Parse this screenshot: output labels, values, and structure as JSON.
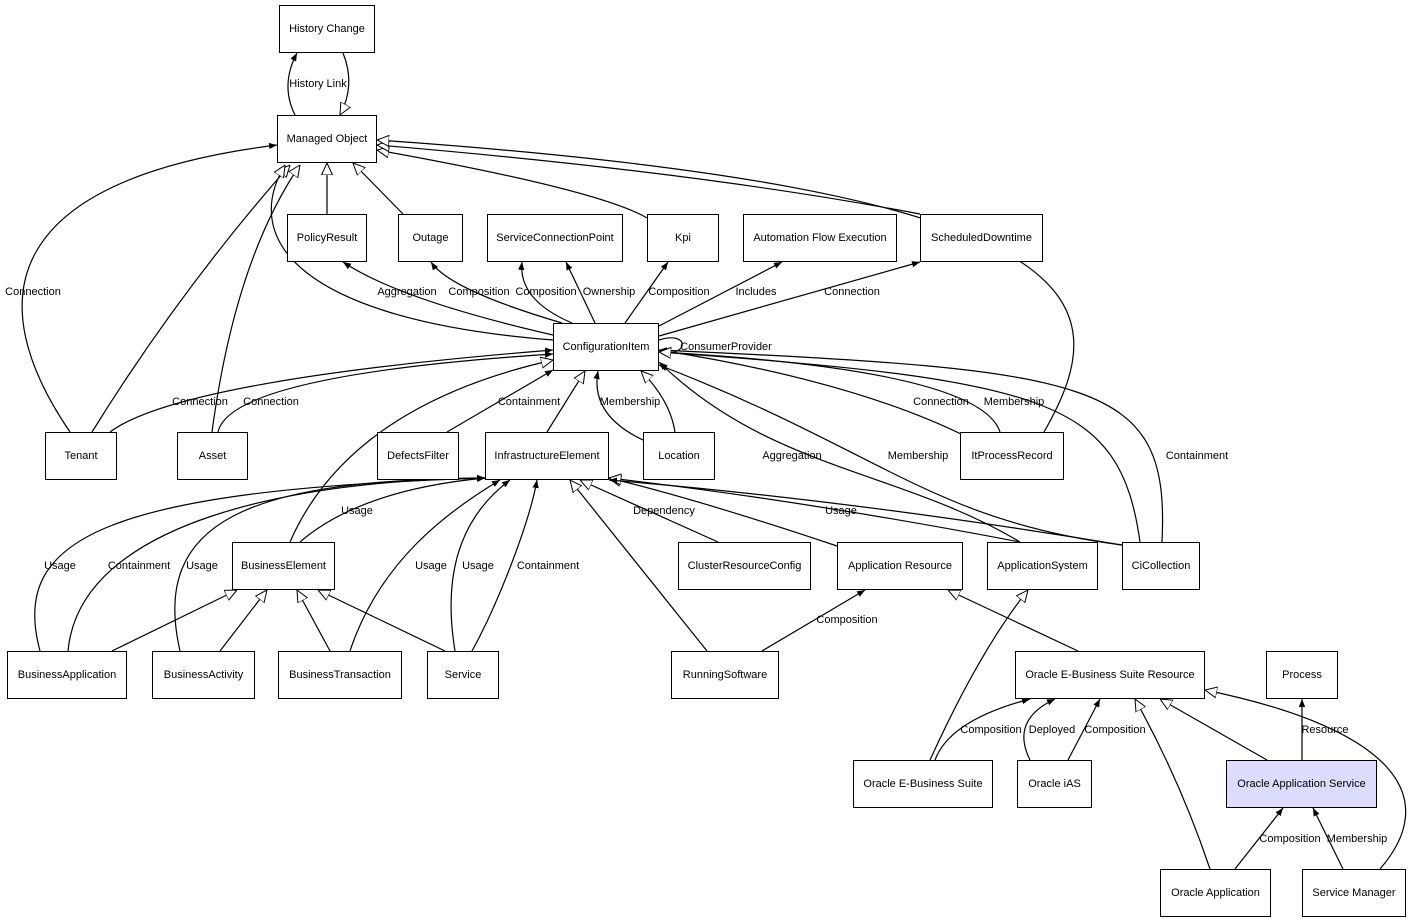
{
  "nodes": [
    {
      "id": "HC",
      "label": "History Change"
    },
    {
      "id": "MO",
      "label": "Managed Object"
    },
    {
      "id": "PR",
      "label": "PolicyResult"
    },
    {
      "id": "OUT",
      "label": "Outage"
    },
    {
      "id": "SCP",
      "label": "ServiceConnectionPoint"
    },
    {
      "id": "KPI",
      "label": "Kpi"
    },
    {
      "id": "AFE",
      "label": "Automation Flow Execution"
    },
    {
      "id": "SD",
      "label": "ScheduledDowntime"
    },
    {
      "id": "CI",
      "label": "ConfigurationItem"
    },
    {
      "id": "TEN",
      "label": "Tenant"
    },
    {
      "id": "AST",
      "label": "Asset"
    },
    {
      "id": "DF",
      "label": "DefectsFilter"
    },
    {
      "id": "IE",
      "label": "InfrastructureElement"
    },
    {
      "id": "LOC",
      "label": "Location"
    },
    {
      "id": "IPR",
      "label": "ItProcessRecord"
    },
    {
      "id": "BE",
      "label": "BusinessElement"
    },
    {
      "id": "CRC",
      "label": "ClusterResourceConfig"
    },
    {
      "id": "AR",
      "label": "Application Resource"
    },
    {
      "id": "AS",
      "label": "ApplicationSystem"
    },
    {
      "id": "CIC",
      "label": "CiCollection"
    },
    {
      "id": "BA",
      "label": "BusinessApplication"
    },
    {
      "id": "BACT",
      "label": "BusinessActivity"
    },
    {
      "id": "BT",
      "label": "BusinessTransaction"
    },
    {
      "id": "SVC",
      "label": "Service"
    },
    {
      "id": "RS",
      "label": "RunningSoftware"
    },
    {
      "id": "OEBSR",
      "label": "Oracle E-Business Suite Resource"
    },
    {
      "id": "PROC",
      "label": "Process"
    },
    {
      "id": "OEBS",
      "label": "Oracle E-Business Suite"
    },
    {
      "id": "IAS",
      "label": "Oracle iAS"
    },
    {
      "id": "OAS",
      "label": "Oracle Application Service",
      "selected": true
    },
    {
      "id": "OAPP",
      "label": "Oracle Application"
    },
    {
      "id": "SM",
      "label": "Service Manager"
    }
  ],
  "highlight_color": "#dcdcfc",
  "edges": [
    {
      "from": "MO",
      "to": "HC",
      "type": "association",
      "label": "History Link"
    },
    {
      "from": "HC",
      "to": "MO",
      "type": "inheritance",
      "label": ""
    },
    {
      "from": "PR",
      "to": "MO",
      "type": "inheritance",
      "label": ""
    },
    {
      "from": "OUT",
      "to": "MO",
      "type": "inheritance",
      "label": ""
    },
    {
      "from": "KPI",
      "to": "MO",
      "type": "inheritance",
      "label": ""
    },
    {
      "from": "SD",
      "to": "MO",
      "type": "inheritance",
      "label": ""
    },
    {
      "from": "IPR",
      "to": "MO",
      "type": "inheritance",
      "label": ""
    },
    {
      "from": "TEN",
      "to": "MO",
      "type": "inheritance",
      "label": ""
    },
    {
      "from": "AST",
      "to": "MO",
      "type": "inheritance",
      "label": ""
    },
    {
      "from": "CI",
      "to": "MO",
      "type": "inheritance",
      "label": ""
    },
    {
      "from": "TEN",
      "to": "MO",
      "type": "association",
      "label": "Connection"
    },
    {
      "from": "CI",
      "to": "PR",
      "type": "association",
      "label": "Aggregation"
    },
    {
      "from": "CI",
      "to": "OUT",
      "type": "association",
      "label": "Composition"
    },
    {
      "from": "CI",
      "to": "SCP",
      "type": "association",
      "label": "Composition"
    },
    {
      "from": "CI",
      "to": "SCP",
      "type": "association",
      "label": "Ownership"
    },
    {
      "from": "CI",
      "to": "KPI",
      "type": "association",
      "label": "Composition"
    },
    {
      "from": "CI",
      "to": "AFE",
      "type": "association",
      "label": "Includes"
    },
    {
      "from": "CI",
      "to": "SD",
      "type": "association",
      "label": "Connection"
    },
    {
      "from": "CI",
      "to": "CI",
      "type": "association",
      "label": "ConsumerProvider"
    },
    {
      "from": "TEN",
      "to": "CI",
      "type": "association",
      "label": "Connection"
    },
    {
      "from": "AST",
      "to": "CI",
      "type": "association",
      "label": "Connection"
    },
    {
      "from": "DF",
      "to": "CI",
      "type": "association",
      "label": "Containment"
    },
    {
      "from": "IE",
      "to": "CI",
      "type": "inheritance",
      "label": ""
    },
    {
      "from": "LOC",
      "to": "CI",
      "type": "association",
      "label": "Membership"
    },
    {
      "from": "LOC",
      "to": "CI",
      "type": "inheritance",
      "label": ""
    },
    {
      "from": "IPR",
      "to": "CI",
      "type": "association",
      "label": "Connection"
    },
    {
      "from": "IPR",
      "to": "CI",
      "type": "association",
      "label": "Membership"
    },
    {
      "from": "AS",
      "to": "CI",
      "type": "association",
      "label": "Aggregation"
    },
    {
      "from": "CIC",
      "to": "CI",
      "type": "association",
      "label": "Membership"
    },
    {
      "from": "CIC",
      "to": "CI",
      "type": "association",
      "label": "Containment"
    },
    {
      "from": "CIC",
      "to": "CI",
      "type": "inheritance",
      "label": ""
    },
    {
      "from": "BE",
      "to": "CI",
      "type": "inheritance",
      "label": ""
    },
    {
      "from": "BE",
      "to": "IE",
      "type": "association",
      "label": "Usage"
    },
    {
      "from": "BA",
      "to": "IE",
      "type": "association",
      "label": "Usage"
    },
    {
      "from": "BA",
      "to": "IE",
      "type": "association",
      "label": "Containment"
    },
    {
      "from": "BACT",
      "to": "IE",
      "type": "association",
      "label": "Usage"
    },
    {
      "from": "BT",
      "to": "IE",
      "type": "association",
      "label": "Usage"
    },
    {
      "from": "SVC",
      "to": "IE",
      "type": "association",
      "label": "Usage"
    },
    {
      "from": "SVC",
      "to": "IE",
      "type": "association",
      "label": "Containment"
    },
    {
      "from": "RS",
      "to": "IE",
      "type": "inheritance",
      "label": ""
    },
    {
      "from": "CRC",
      "to": "IE",
      "type": "inheritance",
      "label": "Dependency"
    },
    {
      "from": "AR",
      "to": "IE",
      "type": "inheritance",
      "label": ""
    },
    {
      "from": "AS",
      "to": "IE",
      "type": "inheritance",
      "label": ""
    },
    {
      "from": "CIC",
      "to": "IE",
      "type": "association",
      "label": "Usage"
    },
    {
      "from": "BA",
      "to": "BE",
      "type": "inheritance",
      "label": ""
    },
    {
      "from": "BACT",
      "to": "BE",
      "type": "inheritance",
      "label": ""
    },
    {
      "from": "BT",
      "to": "BE",
      "type": "inheritance",
      "label": ""
    },
    {
      "from": "SVC",
      "to": "BE",
      "type": "inheritance",
      "label": ""
    },
    {
      "from": "RS",
      "to": "AR",
      "type": "association",
      "label": "Composition"
    },
    {
      "from": "OEBSR",
      "to": "AR",
      "type": "inheritance",
      "label": ""
    },
    {
      "from": "OEBS",
      "to": "AS",
      "type": "inheritance",
      "label": ""
    },
    {
      "from": "OEBS",
      "to": "OEBSR",
      "type": "association",
      "label": "Composition"
    },
    {
      "from": "IAS",
      "to": "OEBSR",
      "type": "association",
      "label": "Deployed"
    },
    {
      "from": "IAS",
      "to": "OEBSR",
      "type": "association",
      "label": "Composition"
    },
    {
      "from": "OAPP",
      "to": "OEBSR",
      "type": "inheritance",
      "label": ""
    },
    {
      "from": "OAS",
      "to": "OEBSR",
      "type": "inheritance",
      "label": ""
    },
    {
      "from": "SM",
      "to": "OEBSR",
      "type": "inheritance",
      "label": ""
    },
    {
      "from": "OAS",
      "to": "PROC",
      "type": "association",
      "label": "Resource"
    },
    {
      "from": "OAPP",
      "to": "OAS",
      "type": "association",
      "label": "Composition"
    },
    {
      "from": "SM",
      "to": "OAS",
      "type": "association",
      "label": "Membership"
    }
  ]
}
